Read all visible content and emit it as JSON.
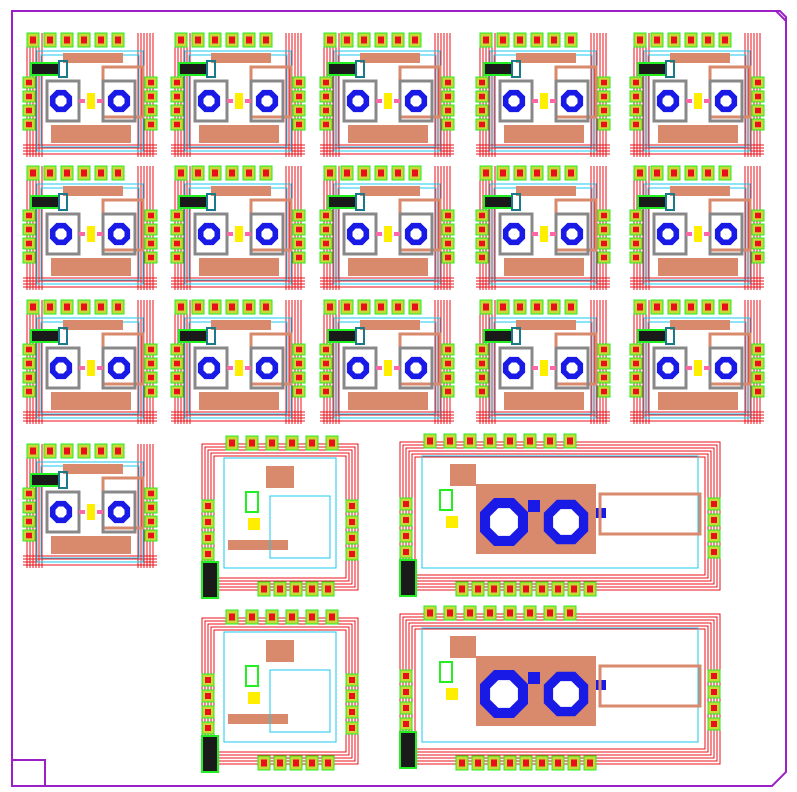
{
  "title": "",
  "colors": {
    "background": "#ffffff",
    "outline": "#9b20c8",
    "metal_red": "#e8101a",
    "metal_orange": "#d98a6c",
    "pad_green": "#22ee22",
    "pad_fill": "#c8d838",
    "via_pink": "#ff66aa",
    "cyan": "#19c8ee",
    "blue": "#1a1ae6",
    "yellow": "#ffee00",
    "dark": "#1a1a1a",
    "grey": "#888888",
    "teal": "#1a7a8a"
  },
  "layout": {
    "cell_rows": 4,
    "cell_cols": 5,
    "small_cells": 16,
    "large_blocks": 4
  }
}
